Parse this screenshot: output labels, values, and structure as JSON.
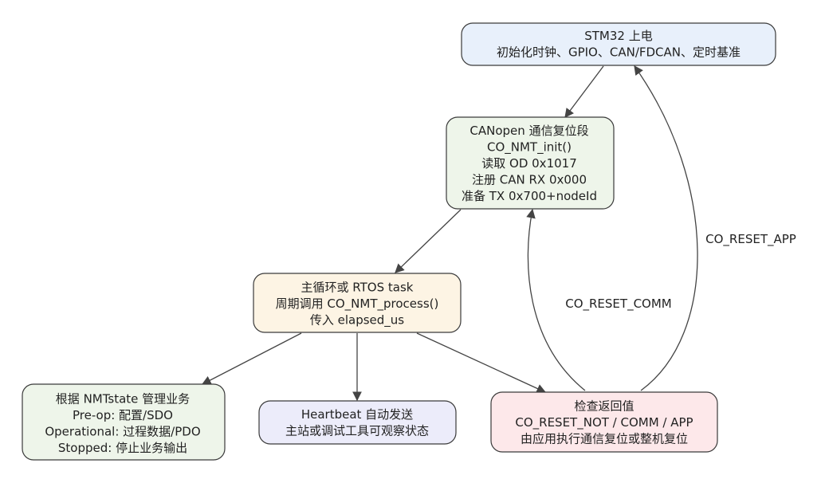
{
  "nodes": {
    "power_on": {
      "lines": [
        "STM32 上电",
        "初始化时钟、GPIO、CAN/FDCAN、定时基准"
      ],
      "fill": "#e8f0fb"
    },
    "comm_reset": {
      "lines": [
        "CANopen 通信复位段",
        "CO_NMT_init()",
        "读取 OD 0x1017",
        "注册 CAN RX 0x000",
        "准备 TX 0x700+nodeId"
      ],
      "fill": "#eef5ea"
    },
    "main_loop": {
      "lines": [
        "主循环或 RTOS task",
        "周期调用 CO_NMT_process()",
        "传入 elapsed_us"
      ],
      "fill": "#fdf4e4"
    },
    "nmt_state": {
      "lines": [
        "根据 NMTstate 管理业务",
        "Pre-op: 配置/SDO",
        "Operational: 过程数据/PDO",
        "Stopped: 停止业务输出"
      ],
      "fill": "#eef5ea"
    },
    "heartbeat": {
      "lines": [
        "Heartbeat 自动发送",
        "主站或调试工具可观察状态"
      ],
      "fill": "#ececfa"
    },
    "check_return": {
      "lines": [
        "检查返回值",
        "CO_RESET_NOT / COMM / APP",
        "由应用执行通信复位或整机复位"
      ],
      "fill": "#fde8ea"
    }
  },
  "edge_labels": {
    "reset_comm": "CO_RESET_COMM",
    "reset_app": "CO_RESET_APP"
  },
  "colors": {
    "edge": "#444444",
    "node_border": "#3a3a3a"
  }
}
